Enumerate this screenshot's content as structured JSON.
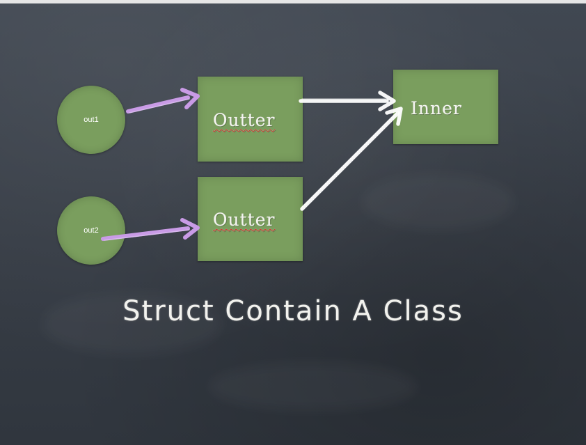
{
  "diagram": {
    "nodes": {
      "out1": "out1",
      "out2": "out2",
      "outter_top": "Outter",
      "outter_bottom": "Outter",
      "inner": "Inner"
    },
    "edges": [
      {
        "from": "out1",
        "to": "Outter (top)",
        "color": "#c99be6"
      },
      {
        "from": "out2",
        "to": "Outter (bottom)",
        "color": "#c99be6"
      },
      {
        "from": "Outter (top)",
        "to": "Inner",
        "color": "#ffffff"
      },
      {
        "from": "Outter (bottom)",
        "to": "Inner",
        "color": "#ffffff"
      }
    ]
  },
  "slide": {
    "title": "Struct Contain A Class"
  },
  "colors": {
    "background": "#3b414b",
    "node_fill": "#7a9e5e",
    "arrow_purple": "#c99be6",
    "arrow_white": "#ffffff",
    "spellcheck_underline": "#d0302c"
  }
}
